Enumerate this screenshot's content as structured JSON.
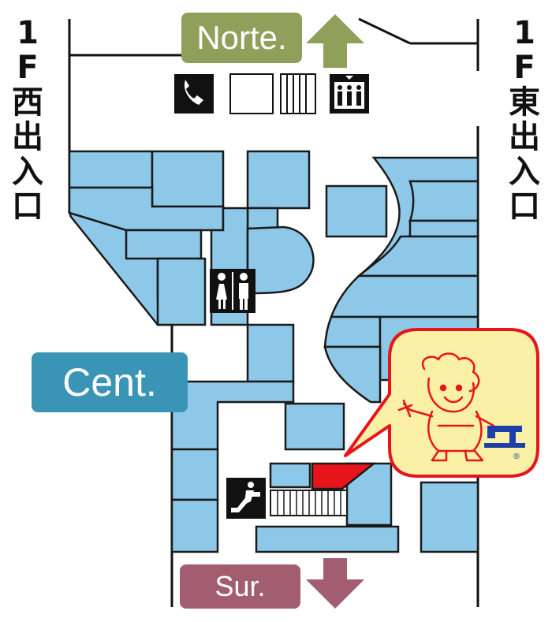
{
  "labels": {
    "north": "Norte.",
    "south": "Sur.",
    "center": "Cent."
  },
  "side_labels": {
    "west": [
      "1",
      "F",
      "西",
      "出",
      "入",
      "口"
    ],
    "east": [
      "1",
      "F",
      "東",
      "出",
      "入",
      "口"
    ]
  },
  "icons": [
    "phone-icon",
    "locker-icon",
    "elevator-icon",
    "restroom-icon",
    "escalator-icon",
    "mascot-illustration",
    "sewing-machine-icon"
  ],
  "colors": {
    "shop": "#8ec8e8",
    "highlight": "#e8141b",
    "north": "#8fa05a",
    "south": "#a35d71",
    "center": "#3a94b6",
    "bubble_border": "#e8141b",
    "bubble_fill": "#fbf1a6"
  },
  "trademark": "®"
}
